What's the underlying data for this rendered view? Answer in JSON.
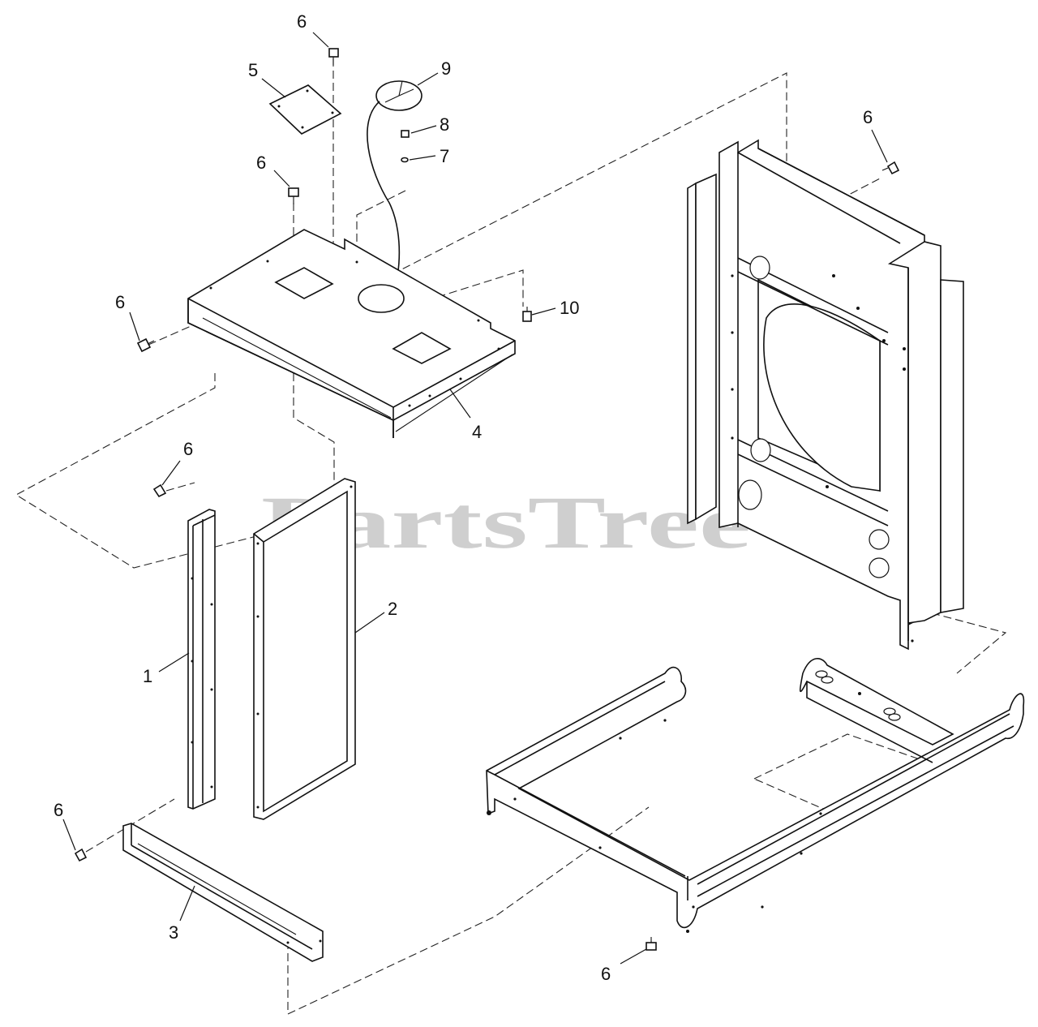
{
  "watermark": {
    "text": "PartsTree"
  },
  "callouts": [
    {
      "id": "c6-top",
      "label": "6"
    },
    {
      "id": "c5",
      "label": "5"
    },
    {
      "id": "c9",
      "label": "9"
    },
    {
      "id": "c8",
      "label": "8"
    },
    {
      "id": "c7",
      "label": "7"
    },
    {
      "id": "c6-mid",
      "label": "6"
    },
    {
      "id": "c6-left",
      "label": "6"
    },
    {
      "id": "c10",
      "label": "10"
    },
    {
      "id": "c4",
      "label": "4"
    },
    {
      "id": "c6-right",
      "label": "6"
    },
    {
      "id": "c6-panel",
      "label": "6"
    },
    {
      "id": "c2",
      "label": "2"
    },
    {
      "id": "c1",
      "label": "1"
    },
    {
      "id": "c6-bottomleft",
      "label": "6"
    },
    {
      "id": "c3",
      "label": "3"
    },
    {
      "id": "c6-bottom",
      "label": "6"
    }
  ]
}
